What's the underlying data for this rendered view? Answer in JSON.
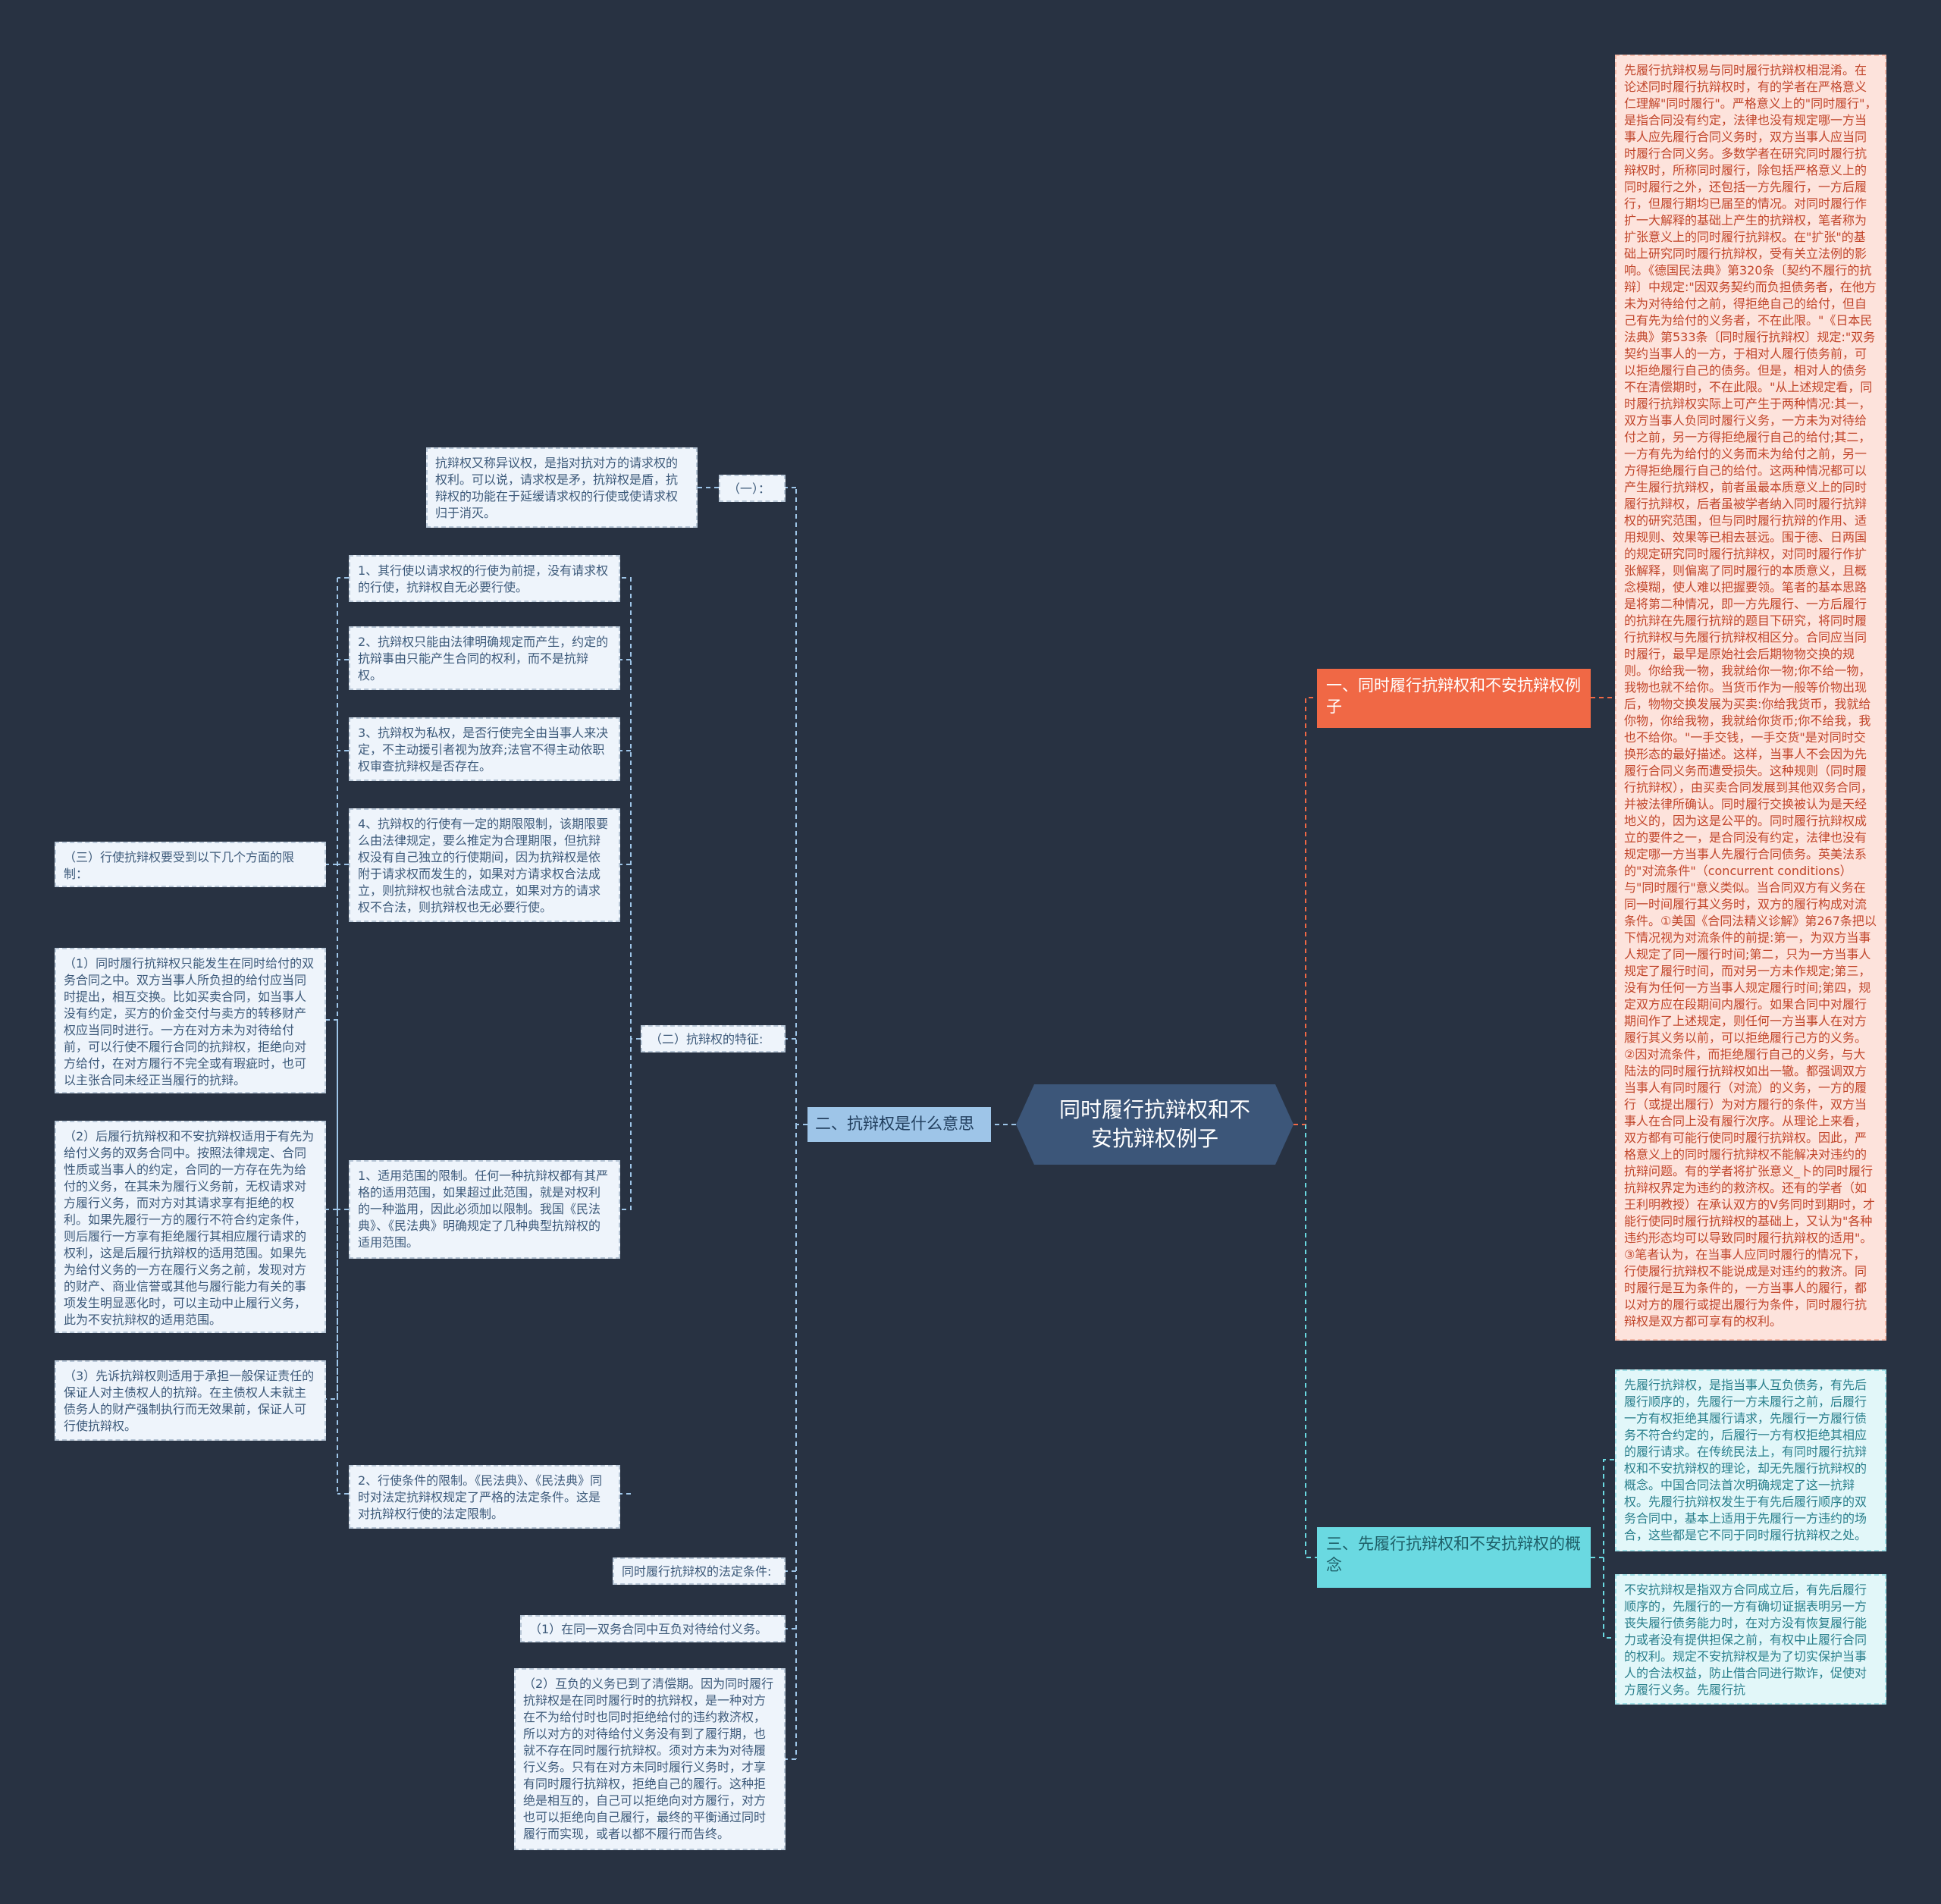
{
  "root": {
    "title": "同时履行抗辩权和不安抗辩权例子"
  },
  "branches": {
    "b1": {
      "label": "一、同时履行抗辩权和不安抗辩权例子"
    },
    "b2": {
      "label": "二、抗辩权是什么意思"
    },
    "b3": {
      "label": "三、先履行抗辩权和不安抗辩权的概念"
    }
  },
  "b1_leaf": "先履行抗辩权易与同时履行抗辩权相混淆。在论述同时履行抗辩权时，有的学者在严格意义仁理解\"同时履行\"。严格意义上的\"同时履行\"，是指合同没有约定，法律也没有规定哪一方当事人应先履行合同义务时，双方当事人应当同时履行合同义务。多数学者在研究同时履行抗辩权时，所称同时履行，除包括严格意义上的同时履行之外，还包括一方先履行，一方后履行，但履行期均已届至的情况。对同时履行作扩一大解释的基础上产生的抗辩权，笔者称为扩张意义上的同时履行抗辩权。在\"扩张\"的基础上研究同时履行抗辩权，受有关立法例的影响。《德国民法典》第320条〔契约不履行的抗辩〕中规定:\"因双务契约而负担债务者，在他方未为对待给付之前，得拒绝自己的给付，但自己有先为给付的义务者，不在此限。\"《日本民法典》第533条〔同时履行抗辩权〕规定:\"双务契约当事人的一方，于相对人履行债务前，可以拒绝履行自己的债务。但是，相对人的债务不在清偿期时，不在此限。\"从上述规定看，同时履行抗辩权实际上可产生于两种情况:其一，双方当事人负同时履行义务，一方未为对待给付之前，另一方得拒绝履行自己的给付;其二，一方有先为给付的义务而未为给付之前，另一方得拒绝履行自己的给付。这两种情况都可以产生履行抗辩权，前者虽最本质意义上的同时履行抗辩权，后者虽被学者纳入同时履行抗辩权的研究范围，但与同时履行抗辩的作用、适用规则、效果等已相去甚远。围于德、日两国的规定研究同时履行抗辩权，对同时履行作扩张解释，则偏离了同时履行的本质意义，且概念模糊，使人难以把握要领。笔者的基本思路是将第二种情况，即一方先履行、一方后履行的抗辩在先履行抗辩的题目下研究，将同时履行抗辩权与先履行抗辩权相区分。合同应当同时履行，最早是原始社会后期物物交换的规则。你给我一物，我就给你一物;你不给一物，我物也就不给你。当货币作为一般等价物出现后，物物交换发展为买卖:你给我货币，我就给你物，你给我物，我就给你货币;你不给我，我也不给你。\"一手交钱，一手交货\"是对同时交换形态的最好描述。这样，当事人不会因为先履行合同义务而遭受损失。这种规则（同时履行抗辩权），由买卖合同发展到其他双务合同，并被法律所确认。同时履行交换被认为是天经地义的，因为这是公平的。同时履行抗辩权成立的要件之一，是合同没有约定，法律也没有规定哪一方当事人先履行合同债务。英美法系的\"对流条件\"（concurrent conditions）与\"同时履行\"意义类似。当合同双方有义务在同一时间履行其义务时，双方的履行构成对流条件。①美国《合同法精义诊解》第267条把以下情况视为对流条件的前提:第一，为双方当事人规定了同一履行时间;第二，只为一方当事人规定了履行时间，而对另一方未作规定;第三，没有为任何一方当事人规定履行时间;第四，规定双方应在段期间内履行。如果合同中对履行期间作了上述规定，则任何一方当事人在对方履行其义务以前，可以拒绝履行己方的义务。②因对流条件，而拒绝履行自己的义务，与大陆法的同时履行抗辩权如出一辙。都强调双方当事人有同时履行（对流）的义务，一方的履行（或提出履行）为对方履行的条件，双方当事人在合同上没有履行次序。从理论上来看，双方都有可能行使同时履行抗辩权。因此，严格意义上的同时履行抗辩权不能解决对违约的抗辩问题。有的学者将扩张意义_卜的同时履行抗辩权界定为违约的救济权。还有的学者（如王利明教授）在承认双方的V务同时到期时，才能行使同时履行抗辩权的基础上，又认为\"各种违约形态均可以导致同时履行抗辩权的适用\"。③笔者认为，在当事人应同时履行的情况下，行使履行抗辩权不能说成是对违约的救济。同时履行是互为条件的，一方当事人的履行，都以对方的履行或提出履行为条件，同时履行抗辩权是双方都可享有的权利。",
  "b2_children": {
    "s1_label": "（一）：",
    "s1_leaf": "抗辩权又称异议权，是指对抗对方的请求权的权利。可以说，请求权是矛，抗辩权是盾，抗辩权的功能在于延缓请求权的行使或使请求权归于消灭。",
    "s2_label": "（二）抗辩权的特征:",
    "s2_items": [
      "1、其行使以请求权的行使为前提，没有请求权的行使，抗辩权自无必要行使。",
      "2、抗辩权只能由法律明确规定而产生，约定的抗辩事由只能产生合同的权利，而不是抗辩权。",
      "3、抗辩权为私权，是否行使完全由当事人来决定，不主动援引者视为放弃;法官不得主动依职权审查抗辩权是否存在。",
      "4、抗辩权的行使有一定的期限限制，该期限要么由法律规定，要么推定为合理期限，但抗辩权没有自己独立的行使期间，因为抗辩权是依附于请求权而发生的，如果对方请求权合法成立，则抗辩权也就合法成立，如果对方的请求权不合法，则抗辩权也无必要行使。"
    ],
    "s3_label": "（三）行使抗辩权要受到以下几个方面的限制：",
    "s3_items": [
      "1、适用范围的限制。任何一种抗辩权都有其严格的适用范围，如果超过此范围，就是对权利的一种滥用，因此必须加以限制。我国《民法典》、《民法典》明确规定了几种典型抗辩权的适用范围。",
      "2、行使条件的限制。《民法典》、《民法典》同时对法定抗辩权规定了严格的法定条件。这是对抗辩权行使的法定限制。"
    ],
    "s3_sub": [
      "（1）同时履行抗辩权只能发生在同时给付的双务合同之中。双方当事人所负担的给付应当同时提出，相互交换。比如买卖合同，如当事人没有约定，买方的价金交付与卖方的转移财产权应当同时进行。一方在对方未为对待给付前，可以行使不履行合同的抗辩权，拒绝向对方给付，在对方履行不完全或有瑕疵时，也可以主张合同未经正当履行的抗辩。",
      "（2）后履行抗辩权和不安抗辩权适用于有先为给付义务的双务合同中。按照法律规定、合同性质或当事人的约定，合同的一方存在先为给付的义务，在其未为履行义务前，无权请求对方履行义务，而对方对其请求享有拒绝的权利。如果先履行一方的履行不符合约定条件，则后履行一方享有拒绝履行其相应履行请求的权利，这是后履行抗辩权的适用范围。如果先为给付义务的一方在履行义务之前，发现对方的财产、商业信誉或其他与履行能力有关的事项发生明显恶化时，可以主动中止履行义务，此为不安抗辩权的适用范围。",
      "（3）先诉抗辩权则适用于承担一般保证责任的保证人对主债权人的抗辩。在主债权人未就主债务人的财产强制执行而无效果前，保证人可行使抗辩权。"
    ],
    "s4_label": "同时履行抗辩权的法定条件:",
    "s4_items": [
      "（1）在同一双务合同中互负对待给付义务。",
      "（2）互负的义务已到了清偿期。因为同时履行抗辩权是在同时履行时的抗辩权，是一种对方在不为给付时也同时拒绝给付的违约救济权，所以对方的对待给付义务没有到了履行期，也就不存在同时履行抗辩权。须对方未为对待履行义务。只有在对方未同时履行义务时，才享有同时履行抗辩权，拒绝自己的履行。这种拒绝是相互的，自己可以拒绝向对方履行，对方也可以拒绝向自己履行，最终的平衡通过同时履行而实现，或者以都不履行而告终。"
    ]
  },
  "b3_children": [
    "先履行抗辩权，是指当事人互负债务，有先后履行顺序的，先履行一方未履行之前，后履行一方有权拒绝其履行请求，先履行一方履行债务不符合约定的，后履行一方有权拒绝其相应的履行请求。在传统民法上，有同时履行抗辩权和不安抗辩权的理论，却无先履行抗辩权的概念。中国合同法首次明确规定了这一抗辩权。先履行抗辩权发生于有先后履行顺序的双务合同中，基本上适用于先履行一方违约的场合，这些都是它不同于同时履行抗辩权之处。",
    "不安抗辩权是指双方合同成立后，有先后履行顺序的，先履行的一方有确切证据表明另一方丧失履行债务能力时，在对方没有恢复履行能力或者没有提供担保之前，有权中止履行合同的权利。规定不安抗辩权是为了切实保护当事人的合法权益，防止借合同进行欺诈，促使对方履行义务。先履行抗"
  ],
  "colors": {
    "background": "#283242",
    "root": "#3c5679",
    "branch1": "#f06845",
    "branch2": "#9ec5e8",
    "branch3": "#6ad9e1"
  }
}
